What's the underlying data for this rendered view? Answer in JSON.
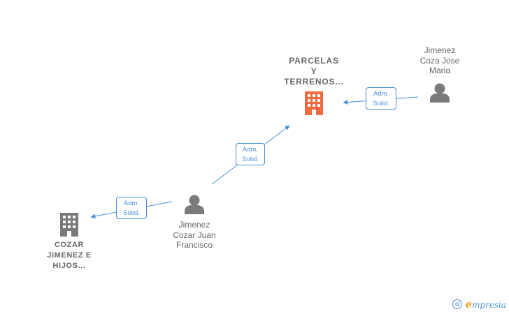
{
  "nodes": {
    "parcelas": {
      "label_lines": [
        "PARCELAS",
        "Y",
        "TERRENOS..."
      ],
      "color": "#f26a3d",
      "icon": "building-icon"
    },
    "cozar": {
      "label_lines": [
        "COZAR",
        "JIMENEZ E",
        "HIJOS..."
      ],
      "color": "#7a7a7a",
      "icon": "building-icon"
    },
    "jimenez_cozar": {
      "label_lines": [
        "Jimenez",
        "Cozar Juan",
        "Francisco"
      ],
      "color": "#7a7a7a",
      "icon": "person-icon"
    },
    "jimenez_coza": {
      "label_lines": [
        "Jimenez",
        "Coza Jose",
        "Maria"
      ],
      "color": "#7a7a7a",
      "icon": "person-icon"
    }
  },
  "relations": [
    {
      "from": "jimenez_coza",
      "to": "parcelas",
      "role_line1": "Adm.",
      "role_line2": "Solid."
    },
    {
      "from": "jimenez_cozar",
      "to": "parcelas",
      "role_line1": "Adm.",
      "role_line2": "Solid."
    },
    {
      "from": "jimenez_cozar",
      "to": "cozar",
      "role_line1": "Adm.",
      "role_line2": "Solid."
    }
  ],
  "edge_color": "#4a90d9",
  "watermark": {
    "copyright": "©",
    "brand_initial": "e",
    "brand_rest": "mpresia"
  }
}
